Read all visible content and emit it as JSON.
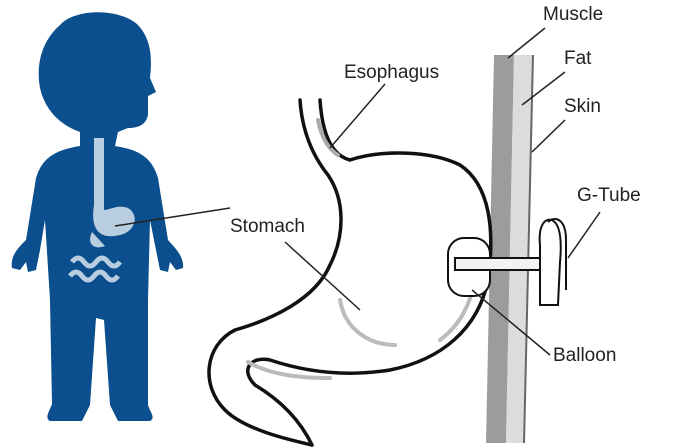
{
  "labels": {
    "muscle": "Muscle",
    "fat": "Fat",
    "skin": "Skin",
    "g_tube": "G-Tube",
    "esophagus": "Esophagus",
    "stomach": "Stomach",
    "balloon": "Balloon"
  },
  "colors": {
    "child": "#0b4f8e",
    "organ": "#b9cde0",
    "muscle": "#9c9c9c",
    "fat": "#dcdcdc",
    "outline": "#111111"
  }
}
